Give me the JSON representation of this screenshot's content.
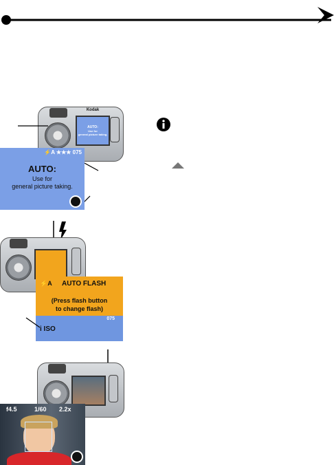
{
  "header": {
    "icon": "bullet-dot-icon",
    "arrow": "next-page-arrow-icon"
  },
  "auto_screen": {
    "status": "⚡A ★★★ 075",
    "title": "AUTO:",
    "line1": "Use for",
    "line2": "general picture taking.",
    "small_title": "AUTO:",
    "small_l1": "Use for",
    "small_l2": "general picture taking."
  },
  "flash_screen": {
    "icon_label": "⚡A",
    "title": "AUTO FLASH",
    "line1": "(Press flash button",
    "line2": "to change flash)",
    "status": "075",
    "bottom_icons": "i  ISO"
  },
  "photo_screen": {
    "aperture": "f4.5",
    "shutter": "1/60",
    "zoom": "2.2x"
  },
  "camera": {
    "brand": "Kodak"
  },
  "side": {
    "info_icon": "info-icon",
    "up_arrow": "up-arrow-icon"
  },
  "colors": {
    "blue": "#7b9fe6",
    "orange": "#f2a51d",
    "dark": "#111111"
  }
}
